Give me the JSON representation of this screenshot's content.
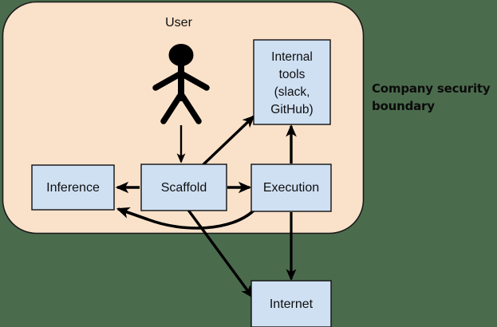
{
  "diagram": {
    "title_visible": false,
    "colors": {
      "page_background": "#4b6b4d",
      "boundary_fill": "#fae2ca",
      "boundary_stroke": "#1b1b1b",
      "node_fill": "#cfe0f3",
      "node_stroke": "#111111",
      "edge_color": "#000000",
      "text_color": "#0f0f0f"
    },
    "boundary": {
      "label": "Company security\nboundary",
      "label_line1": "Company security",
      "label_line2": "boundary"
    },
    "actor": {
      "label": "User",
      "icon": "stick-figure-person-icon"
    },
    "nodes": [
      {
        "id": "internal-tools",
        "lines": [
          "Internal",
          "tools",
          "(slack,",
          "GitHub)"
        ],
        "label": "Internal tools (slack, GitHub)",
        "inside_boundary": true
      },
      {
        "id": "inference",
        "lines": [
          "Inference"
        ],
        "label": "Inference",
        "inside_boundary": true
      },
      {
        "id": "scaffold",
        "lines": [
          "Scaffold"
        ],
        "label": "Scaffold",
        "inside_boundary": true
      },
      {
        "id": "execution",
        "lines": [
          "Execution"
        ],
        "label": "Execution",
        "inside_boundary": true
      },
      {
        "id": "internet",
        "lines": [
          "Internet"
        ],
        "label": "Internet",
        "inside_boundary": false
      }
    ],
    "edges": [
      {
        "from": "user",
        "to": "scaffold",
        "style": "straight-arrow"
      },
      {
        "from": "scaffold",
        "to": "inference",
        "style": "straight-arrow"
      },
      {
        "from": "scaffold",
        "to": "execution",
        "style": "straight-arrow"
      },
      {
        "from": "scaffold",
        "to": "internal-tools",
        "style": "diagonal-arrow"
      },
      {
        "from": "scaffold",
        "to": "internet",
        "style": "diagonal-arrow"
      },
      {
        "from": "execution",
        "to": "internal-tools",
        "style": "straight-arrow"
      },
      {
        "from": "execution",
        "to": "internet",
        "style": "straight-arrow"
      },
      {
        "from": "execution",
        "to": "inference",
        "style": "curved-arrow"
      }
    ]
  }
}
